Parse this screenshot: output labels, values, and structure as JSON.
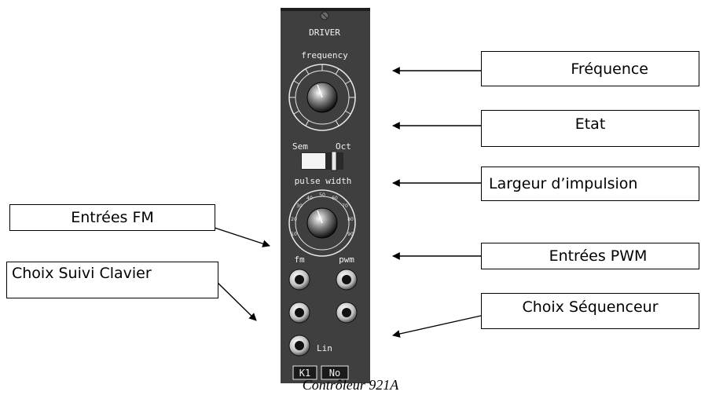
{
  "module": {
    "title": "DRIVER",
    "frequency_label": "frequency",
    "switch_left": "Sem",
    "switch_right": "Oct",
    "pulse_width_label": "pulse width",
    "fm_label": "fm",
    "pwm_label": "pwm",
    "lin_label": "Lin",
    "k1_label": "K1",
    "no_label": "No"
  },
  "callouts": {
    "frequence": "Fréquence",
    "etat": "Etat",
    "largeur": "Largeur d’impulsion",
    "entrees_fm": "Entrées FM",
    "entrees_pwm": "Entrées PWM",
    "choix_suivi": "Choix Suivi Clavier",
    "choix_sequenceur": "Choix Séquenceur"
  },
  "caption": "Contrôleur 921A",
  "colors": {
    "panel": "#3f3f3f",
    "panel_text": "#f2f2f2",
    "arrow": "#000000"
  }
}
